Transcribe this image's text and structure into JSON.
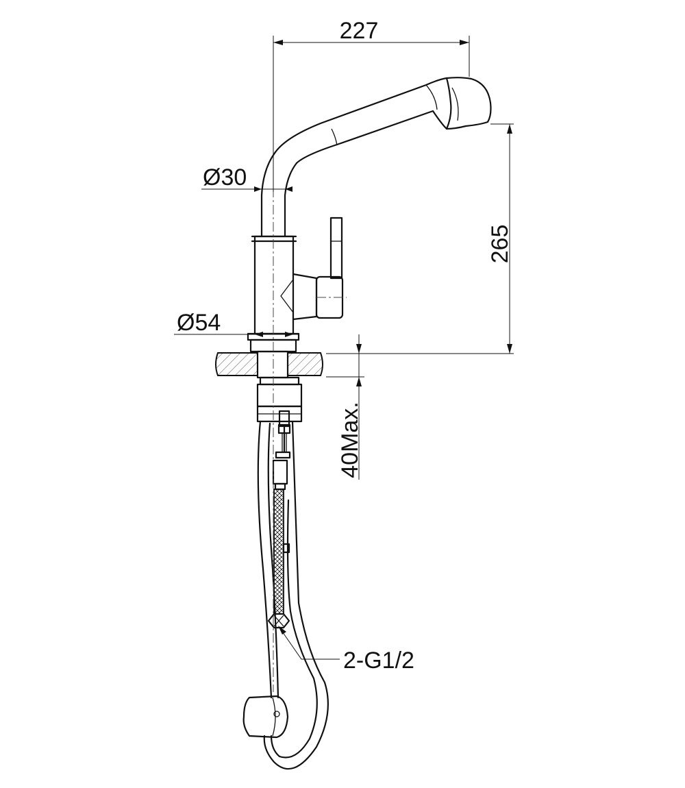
{
  "dimensions": {
    "spout_reach": "227",
    "spout_height": "265",
    "spout_diameter": "Ø30",
    "body_diameter": "Ø54",
    "mount_thickness": "40Max.",
    "connection": "2-G1/2"
  },
  "colors": {
    "line": "#111111",
    "hatch": "#555555",
    "background": "#ffffff"
  }
}
